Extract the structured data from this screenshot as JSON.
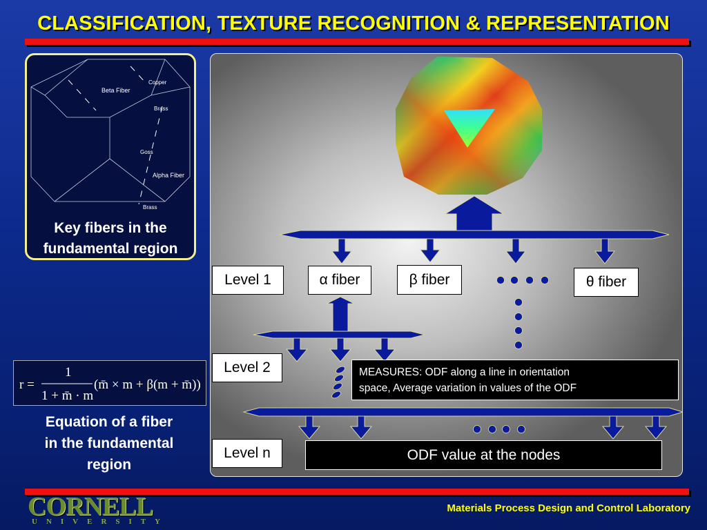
{
  "title": "CLASSIFICATION, TEXTURE RECOGNITION & REPRESENTATION",
  "fiber_panel": {
    "labels": {
      "copper": "Copper",
      "beta_fiber": "Beta Fiber",
      "brass_top": "Brass",
      "goss": "Goss",
      "alpha_fiber": "Alpha Fiber",
      "brass_bottom": "Brass"
    },
    "caption_line1": "Key fibers in the",
    "caption_line2": "fundamental region"
  },
  "equation": {
    "lhs": "r =",
    "numerator": "1",
    "denominator": "1 + m̄ · m",
    "rhs": "(m̄ × m + β(m + m̄))",
    "caption_line1": "Equation of a fiber",
    "caption_line2": "in the fundamental",
    "caption_line3": "region"
  },
  "levels": {
    "level1": "Level 1",
    "level2": "Level 2",
    "leveln": "Level n"
  },
  "fibers": {
    "alpha": "α fiber",
    "beta": "β fiber",
    "theta": "θ fiber"
  },
  "measures_line1": "MEASURES: ODF along a line in orientation",
  "measures_line2": "space, Average variation in values of the ODF",
  "odf_nodes": "ODF value at the nodes",
  "footer": {
    "lab": "Materials Process Design and Control Laboratory",
    "logo_main": "CORNELL",
    "logo_sub": "UNIVERSITY"
  },
  "colors": {
    "title": "#ffff00",
    "accent_red": "#ee1111",
    "arrow_blue": "#0a1a9c",
    "panel_border": "#f5f08c"
  }
}
